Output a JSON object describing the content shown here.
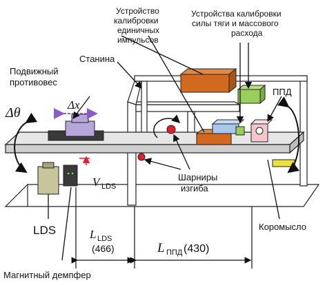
{
  "labels": {
    "unit_pulse_line1": "Устройство",
    "unit_pulse_line2": "калибровки",
    "unit_pulse_line3": "единичных",
    "unit_pulse_line4": "импульсов",
    "thrust_line1": "Устройства калибровки",
    "thrust_line2": "силы тяги и массового",
    "thrust_line3": "расхода",
    "frame": "Станина",
    "counterweight_line1": "Подвижный",
    "counterweight_line2": "противовес",
    "theta_symbol": "Δθ",
    "dx_symbol": "Δx",
    "ppd": "ППД",
    "v_lds_main": "V",
    "v_lds_sub": "LDS",
    "hinges_line1": "Шарниры",
    "hinges_line2": "изгиба",
    "lds": "LDS",
    "l_lds_main": "L",
    "l_lds_sub": "LDS",
    "l_lds_value": "(466)",
    "l_ppd_main": "L",
    "l_ppd_sub": "ППД",
    "l_ppd_value": "(430)",
    "beam": "Коромысло",
    "damper": "Магнитный демпфер"
  },
  "colors": {
    "orange": "#d2691e",
    "green": "#9acd5a",
    "blue": "#a9c7ea",
    "pink": "#f4c6cc",
    "yellow": "#e8e23a",
    "purple": "#b7a6d9",
    "red": "#e0202a",
    "beam": "#d9d9d9",
    "dark": "#3a3a3a"
  }
}
